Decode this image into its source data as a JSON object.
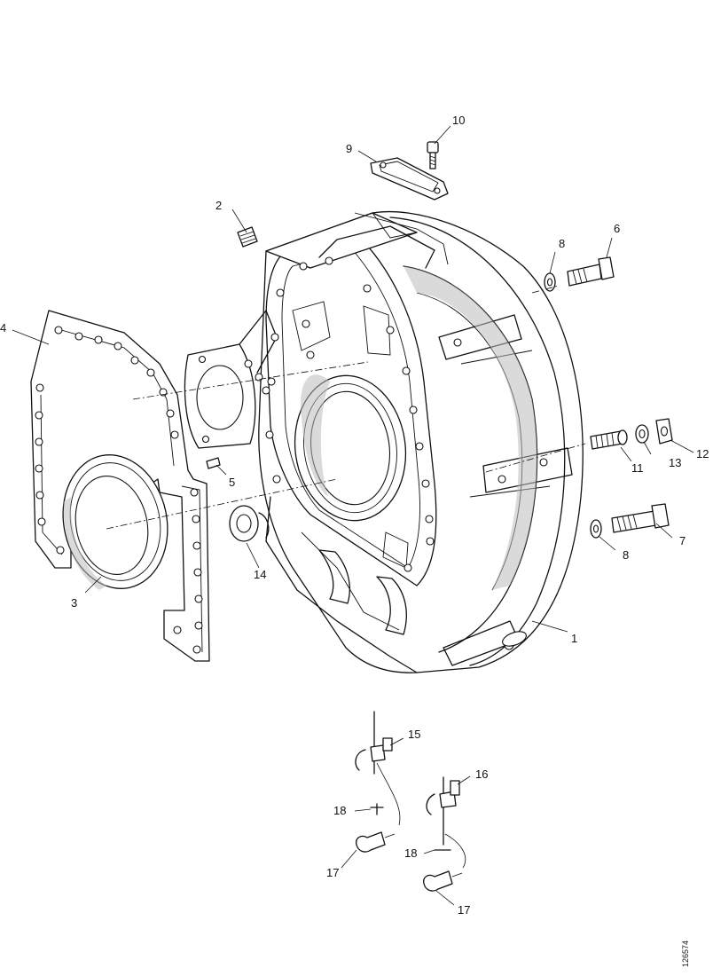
{
  "callouts": {
    "c1": "1",
    "c2": "2",
    "c3": "3",
    "c4": "4",
    "c5": "5",
    "c6": "6",
    "c7": "7",
    "c8a": "8",
    "c8b": "8",
    "c9": "9",
    "c10": "10",
    "c11": "11",
    "c12": "12",
    "c13": "13",
    "c14": "14",
    "c15": "15",
    "c16": "16",
    "c17a": "17",
    "c17b": "17",
    "c18a": "18",
    "c18b": "18"
  },
  "figure_ref": "126574"
}
